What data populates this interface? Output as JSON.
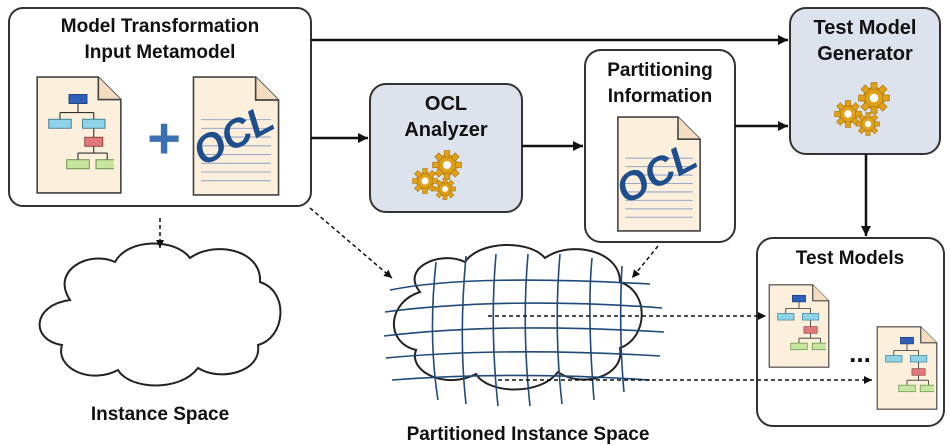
{
  "metamodel_box": {
    "title_line1": "Model Transformation",
    "title_line2": "Input Metamodel",
    "plus": "+"
  },
  "ocl_analyzer": {
    "line1": "OCL",
    "line2": "Analyzer"
  },
  "partitioning_info": {
    "line1": "Partitioning",
    "line2": "Information"
  },
  "test_model_generator": {
    "line1": "Test Model",
    "line2": "Generator"
  },
  "test_models": {
    "title": "Test Models",
    "ellipsis": "..."
  },
  "instance_space": {
    "label": "Instance Space"
  },
  "partitioned_space": {
    "label": "Partitioned Instance Space"
  },
  "ocl_doc": {
    "text": "OCL"
  },
  "colors": {
    "box_fill": "#dde3ec",
    "doc_fill": "#fcefdc",
    "ocl_blue": "#1f4e8c",
    "gear": "#e0a11b",
    "grid_blue": "#1f4a7a"
  }
}
